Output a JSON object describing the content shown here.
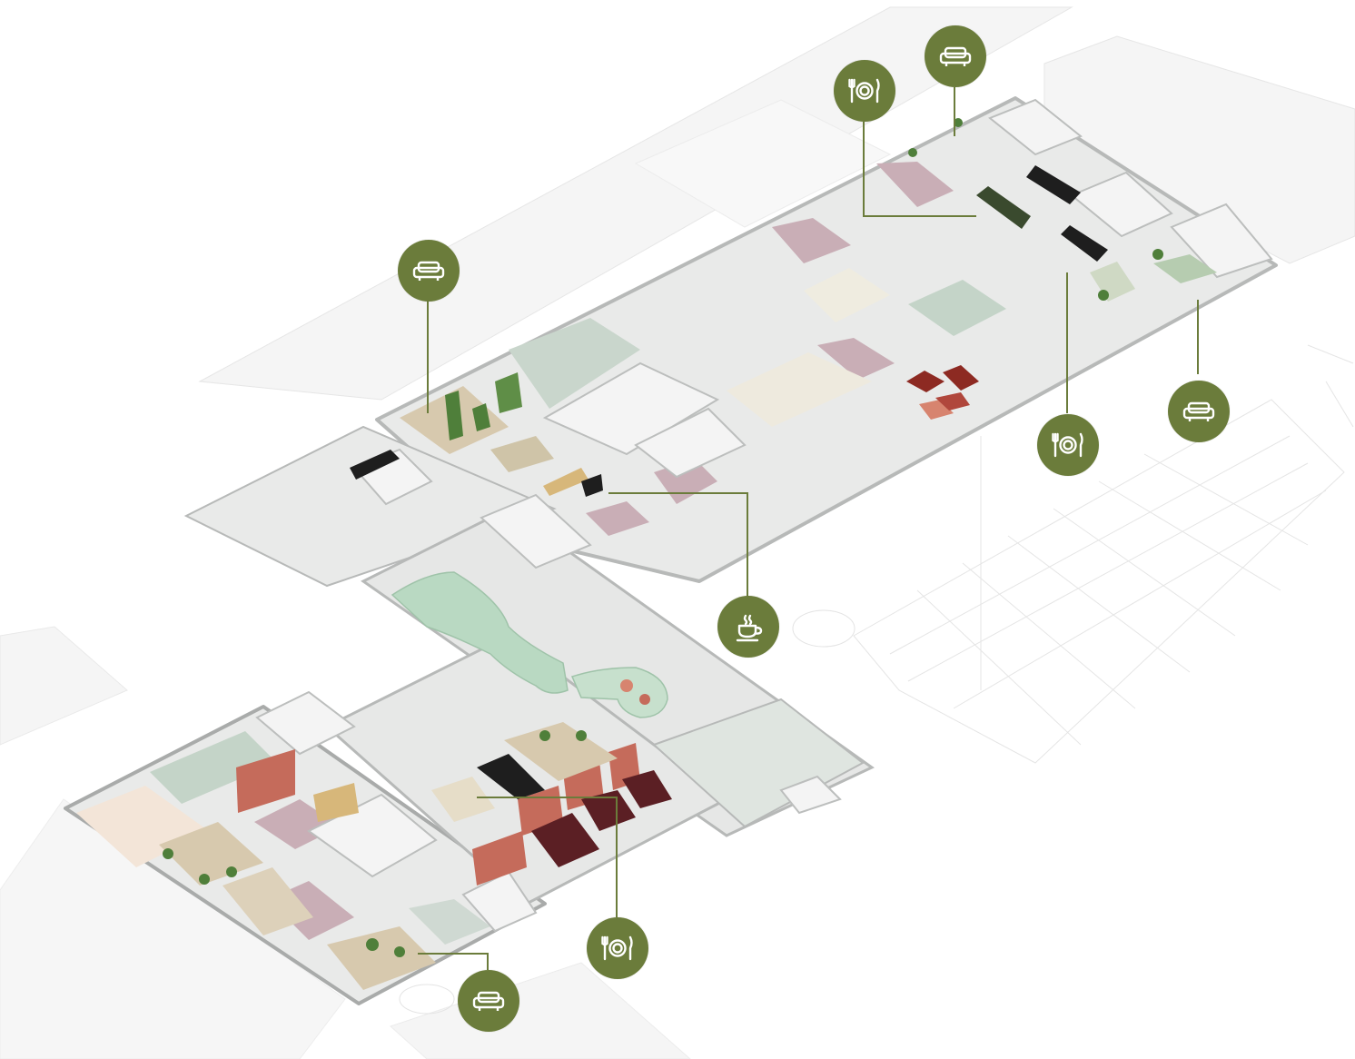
{
  "colors": {
    "marker": "#6b7c3b",
    "marker_icon": "#ffffff",
    "leader_line": "#6b7c3b",
    "floor": "#e8e9e8",
    "floor_edge": "#c8cac8",
    "context": "#f3f3f3",
    "wall": "#a9abaa",
    "zone_mauve": "#c9aeb6",
    "zone_sage": "#c4d4c8",
    "zone_cream": "#ece9dc",
    "zone_peach": "#f3e5d8",
    "lounge_mint": "#b9d9c2",
    "furniture_red": "#8d2a22",
    "furniture_salmon": "#d7846f",
    "furniture_black": "#1e1e1e",
    "slat_red": "#c56b5b",
    "wood": "#d7c9ae",
    "plant": "#4f7f3a",
    "planter": "#cfc4a8"
  },
  "markers": [
    {
      "id": "sofa-top",
      "icon": "sofa-icon"
    },
    {
      "id": "dining-top",
      "icon": "dining-icon"
    },
    {
      "id": "sofa-left",
      "icon": "sofa-icon"
    },
    {
      "id": "dining-right",
      "icon": "dining-icon"
    },
    {
      "id": "sofa-right",
      "icon": "sofa-icon"
    },
    {
      "id": "coffee-center",
      "icon": "coffee-cup-icon"
    },
    {
      "id": "dining-bottom",
      "icon": "dining-icon"
    },
    {
      "id": "sofa-bottom",
      "icon": "sofa-icon"
    }
  ]
}
